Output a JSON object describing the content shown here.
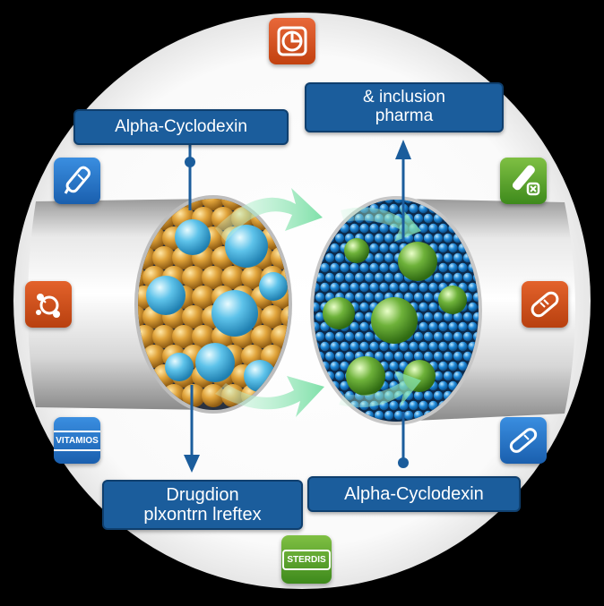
{
  "labels": {
    "top_left": "Alpha-Cyclodexin",
    "top_right": [
      "& inclusion",
      "pharma"
    ],
    "bottom_left": [
      "Drugdion",
      "plxontrn lreftex"
    ],
    "bottom_right": "Alpha-Cyclodexin"
  },
  "badges": {
    "vitamins": "VITAMIOS",
    "steroids": "STERDIS"
  },
  "colors": {
    "label_blue": "#1b5d9c",
    "orange_icon": "#d9531e",
    "green_icon": "#5aa127",
    "blue_icon": "#1e6fc0",
    "arrow_green": "#8fe3b5",
    "orange_sphere": "#e0a33a",
    "cyan_sphere": "#5ec3ea",
    "green_sphere": "#6eb23a",
    "blue_dot": "#1e88d8"
  },
  "icons": [
    "pie-chart-icon",
    "dropper-icon",
    "syringe-pill-icon",
    "molecule-icon",
    "capsule-icon",
    "vitamins-icon",
    "pill-icon",
    "steroids-icon"
  ]
}
